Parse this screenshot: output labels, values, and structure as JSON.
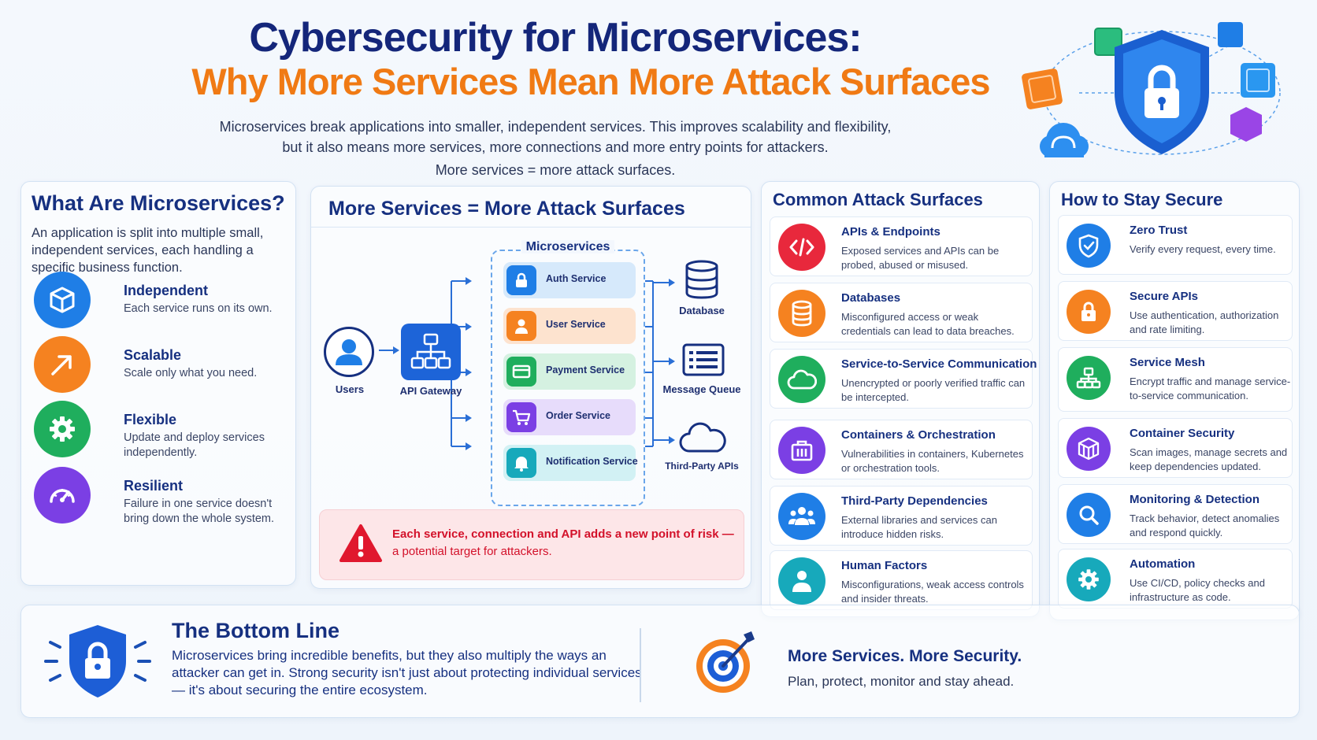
{
  "header": {
    "title_line1": "Cybersecurity for Microservices:",
    "title_line2": "Why More Services Mean More Attack Surfaces",
    "intro_line1": "Microservices break applications into smaller, independent services. This improves scalability and flexibility,",
    "intro_line2": "but it also means more services, more connections and more entry points for attackers.",
    "intro_line3": "More services = more attack surfaces."
  },
  "what": {
    "title": "What Are Microservices?",
    "desc": "An application is split into multiple small, independent services, each handling a specific business function.",
    "features": [
      {
        "title": "Independent",
        "desc": "Each service runs on its own.",
        "icon": "cube-icon",
        "color": "#1f7ee6"
      },
      {
        "title": "Scalable",
        "desc": "Scale only what you need.",
        "icon": "arrow-up-right-icon",
        "color": "#f58220"
      },
      {
        "title": "Flexible",
        "desc": "Update and deploy services independently.",
        "icon": "gear-icon",
        "color": "#1fae5d"
      },
      {
        "title": "Resilient",
        "desc": "Failure in one service doesn't bring down the whole system.",
        "icon": "speedometer-icon",
        "color": "#7b3fe4"
      }
    ]
  },
  "surfaces_diagram": {
    "title": "More Services = More Attack Surfaces",
    "users_label": "Users",
    "gateway_label": "API Gateway",
    "microservices_label": "Microservices",
    "services": [
      {
        "label": "Auth Service",
        "icon": "lock-icon",
        "bg": "#d6e9fb",
        "icon_bg": "#1f7ee6"
      },
      {
        "label": "User Service",
        "icon": "user-icon",
        "bg": "#fde3cf",
        "icon_bg": "#f58220"
      },
      {
        "label": "Payment Service",
        "icon": "card-icon",
        "bg": "#d5f1e1",
        "icon_bg": "#1fae5d"
      },
      {
        "label": "Order Service",
        "icon": "cart-icon",
        "bg": "#e7dcfb",
        "icon_bg": "#7b3fe4"
      },
      {
        "label": "Notification Service",
        "icon": "bell-icon",
        "bg": "#d2f1f4",
        "icon_bg": "#17a9bb"
      }
    ],
    "database_label": "Database",
    "queue_label": "Message Queue",
    "third_party_label": "Third-Party APIs",
    "risk_line1": "Each service, connection and API adds a new point of risk —",
    "risk_line2": "a potential target for attackers."
  },
  "attack_surfaces": {
    "title": "Common Attack Surfaces",
    "items": [
      {
        "title": "APIs & Endpoints",
        "desc": "Exposed services and APIs can be probed, abused or misused.",
        "icon": "code-icon",
        "color": "#e8283c"
      },
      {
        "title": "Databases",
        "desc": "Misconfigured access or weak credentials can lead to data breaches.",
        "icon": "database-icon",
        "color": "#f58220"
      },
      {
        "title": "Service-to-Service Communication",
        "desc": "Unencrypted or poorly verified traffic can be intercepted.",
        "icon": "cloud-icon",
        "color": "#1fae5d"
      },
      {
        "title": "Containers & Orchestration",
        "desc": "Vulnerabilities in containers, Kubernetes or orchestration tools.",
        "icon": "container-icon",
        "color": "#7b3fe4"
      },
      {
        "title": "Third-Party Dependencies",
        "desc": "External libraries and services can introduce hidden risks.",
        "icon": "users-icon",
        "color": "#1f7ee6"
      },
      {
        "title": "Human Factors",
        "desc": "Misconfigurations, weak access controls and insider threats.",
        "icon": "person-icon",
        "color": "#17a9bb"
      }
    ]
  },
  "stay_secure": {
    "title": "How to Stay Secure",
    "items": [
      {
        "title": "Zero Trust",
        "desc": "Verify every request, every time.",
        "icon": "shield-check-icon",
        "color": "#1f7ee6"
      },
      {
        "title": "Secure APIs",
        "desc": "Use authentication, authorization and rate limiting.",
        "icon": "lock-icon",
        "color": "#f58220"
      },
      {
        "title": "Service Mesh",
        "desc": "Encrypt traffic and manage service-to-service communication.",
        "icon": "network-icon",
        "color": "#1fae5d"
      },
      {
        "title": "Container Security",
        "desc": "Scan images, manage secrets and keep dependencies updated.",
        "icon": "box-icon",
        "color": "#7b3fe4"
      },
      {
        "title": "Monitoring & Detection",
        "desc": "Track behavior, detect anomalies and respond quickly.",
        "icon": "magnifier-icon",
        "color": "#1f7ee6"
      },
      {
        "title": "Automation",
        "desc": "Use CI/CD, policy checks and infrastructure as code.",
        "icon": "gear-icon",
        "color": "#17a9bb"
      }
    ]
  },
  "bottom": {
    "title": "The Bottom Line",
    "text": "Microservices bring incredible benefits, but they also multiply the ways an attacker can get in. Strong security isn't just about protecting individual services — it's about securing the entire ecosystem.",
    "slogan": "More Services. More Security.",
    "slogan_sub": "Plan, protect, monitor and stay ahead."
  },
  "colors": {
    "navy": "#14267a",
    "orange": "#f07a14",
    "red": "#d3112a",
    "blue": "#1f7ee6"
  }
}
